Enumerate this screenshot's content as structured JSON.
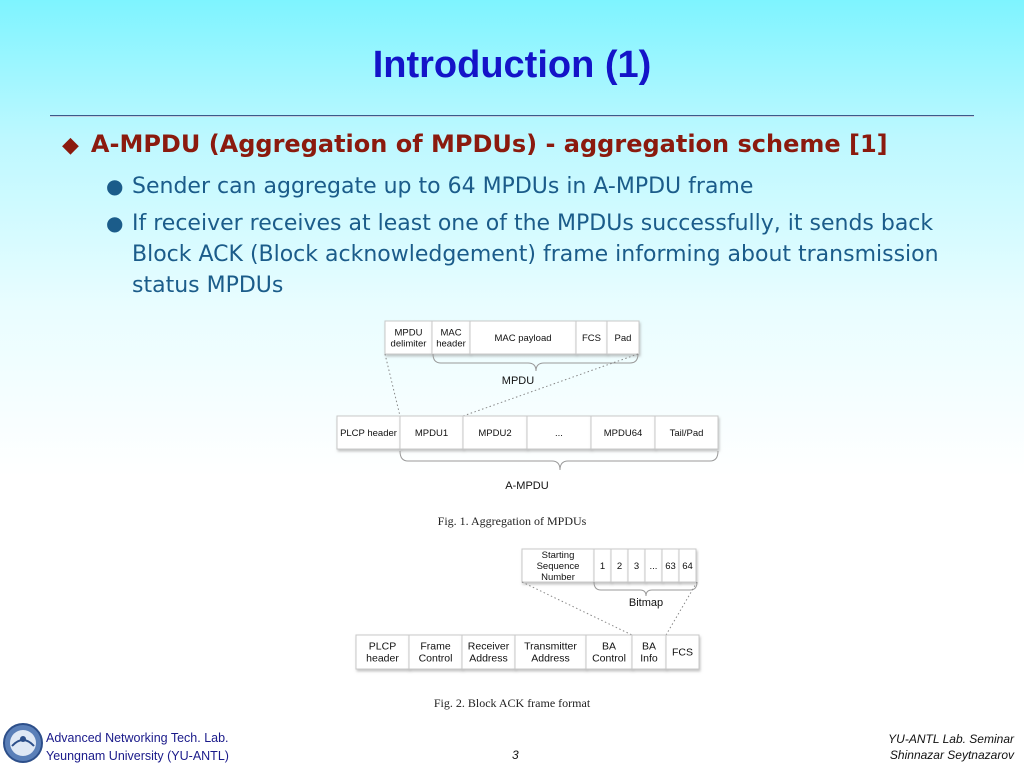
{
  "slide": {
    "title": "Introduction (1)",
    "bullet1": "A-MPDU (Aggregation of MPDUs) - aggregation scheme [1]",
    "sub1": "Sender can aggregate up to 64 MPDUs in A-MPDU frame",
    "sub2": "If receiver receives at least one of the MPDUs successfully, it sends back Block ACK (Block acknowledgement) frame informing about transmission status MPDUs"
  },
  "fig1": {
    "mpdu_fields": [
      "MPDU\ndelimiter",
      "MAC\nheader",
      "MAC payload",
      "FCS",
      "Pad"
    ],
    "mpdu_label": "MPDU",
    "ampdu_fields": [
      "PLCP header",
      "MPDU1",
      "MPDU2",
      "...",
      "MPDU64",
      "Tail/Pad"
    ],
    "ampdu_label": "A-MPDU",
    "caption": "Fig. 1. Aggregation of MPDUs"
  },
  "fig2": {
    "bitmap_fields": [
      "Starting\nSequence\nNumber",
      "1",
      "2",
      "3",
      "...",
      "63",
      "64"
    ],
    "bitmap_label": "Bitmap",
    "frame_fields": [
      "PLCP\nheader",
      "Frame\nControl",
      "Receiver\nAddress",
      "Transmitter\nAddress",
      "BA\nControl",
      "BA\nInfo",
      "FCS"
    ],
    "caption": "Fig. 2. Block ACK frame format"
  },
  "footer": {
    "lab": "Advanced Networking Tech. Lab.",
    "university": "Yeungnam University (YU-ANTL)",
    "page": "3",
    "seminar": "YU-ANTL Lab. Seminar",
    "author": "Shinnazar Seytnazarov"
  }
}
